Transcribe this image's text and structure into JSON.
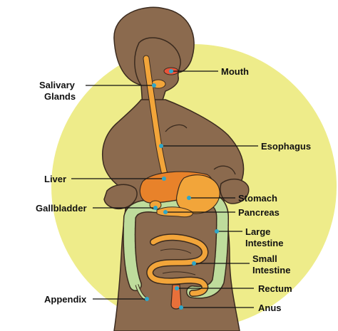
{
  "labels": {
    "mouth": "Mouth",
    "salivary_1": "Salivary",
    "salivary_2": "Glands",
    "esophagus": "Esophagus",
    "liver": "Liver",
    "stomach": "Stomach",
    "gallbladder": "Gallbladder",
    "pancreas": "Pancreas",
    "large_intestine_1": "Large",
    "large_intestine_2": "Intestine",
    "small_intestine_1": "Small",
    "small_intestine_2": "Intestine",
    "rectum": "Rectum",
    "appendix": "Appendix",
    "anus": "Anus"
  },
  "colors": {
    "background_circle": "#eeec8a",
    "body": "#8b6a4e",
    "body_outline": "#3a2a1e",
    "esophagus": "#f2a53a",
    "liver": "#e8822a",
    "stomach": "#f2a53a",
    "large_intestine": "#bedc9c",
    "small_intestine": "#f2a53a",
    "rectum": "#e8703a",
    "mouth": "#e8543a",
    "marker_dot": "#2fa6c8"
  }
}
